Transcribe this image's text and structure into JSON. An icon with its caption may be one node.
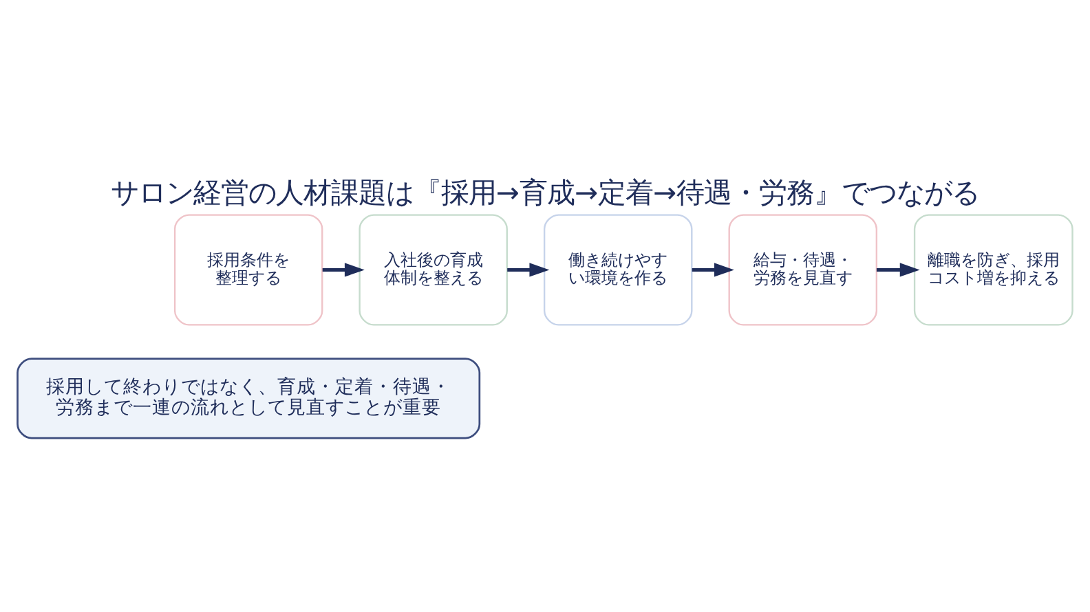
{
  "diagram": {
    "title": "サロン経営の人材課題は『採用→育成→定着→待遇・労務』でつながる",
    "nodes": [
      {
        "text": [
          "採用条件を整理する"
        ]
      },
      {
        "text": [
          "入社後の育成体制を整える"
        ]
      },
      {
        "text": [
          "働き続けやすい環境を作る"
        ]
      },
      {
        "text": [
          "給与・待遇・労務を見直す"
        ]
      },
      {
        "text": [
          "離職を防ぎ、採用コスト増を抑える"
        ]
      },
      {
        "text": [
          "採用して終わりではなく、育成・定着・待遇・労務まで一連の流れとして見直すことが重要"
        ]
      }
    ],
    "edges": [
      {
        "from": 0,
        "to": 1,
        "arrow": "to"
      },
      {
        "from": 1,
        "to": 2,
        "arrow": "to"
      },
      {
        "from": 2,
        "to": 3,
        "arrow": "to"
      },
      {
        "from": 3,
        "to": 4,
        "arrow": "to"
      }
    ]
  }
}
